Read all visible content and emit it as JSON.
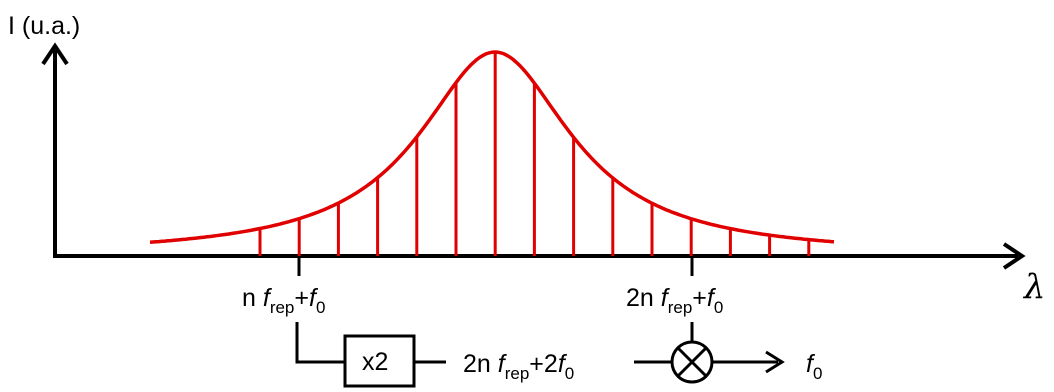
{
  "axes": {
    "y_label": "I (u.a.)",
    "x_label": "λ"
  },
  "comb": {
    "envelope_color": "#e00000",
    "line_color": "#e00000",
    "line_count": 15
  },
  "labels": {
    "tap1": {
      "n": "n ",
      "f": "f",
      "sub": "rep",
      "plus": "+",
      "f0": "f",
      "sub0": "0"
    },
    "tap2": {
      "n": "2n ",
      "f": "f",
      "sub": "rep",
      "plus": "+",
      "f0": "f",
      "sub0": "0"
    }
  },
  "doubler": {
    "label": "x2"
  },
  "doubled_signal": {
    "n": "2n ",
    "f": "f",
    "sub": "rep",
    "plus": "+2",
    "f0": "f",
    "sub0": "0"
  },
  "mixer": {
    "icon": "mixer-icon"
  },
  "output": {
    "f": "f",
    "sub": "0"
  }
}
